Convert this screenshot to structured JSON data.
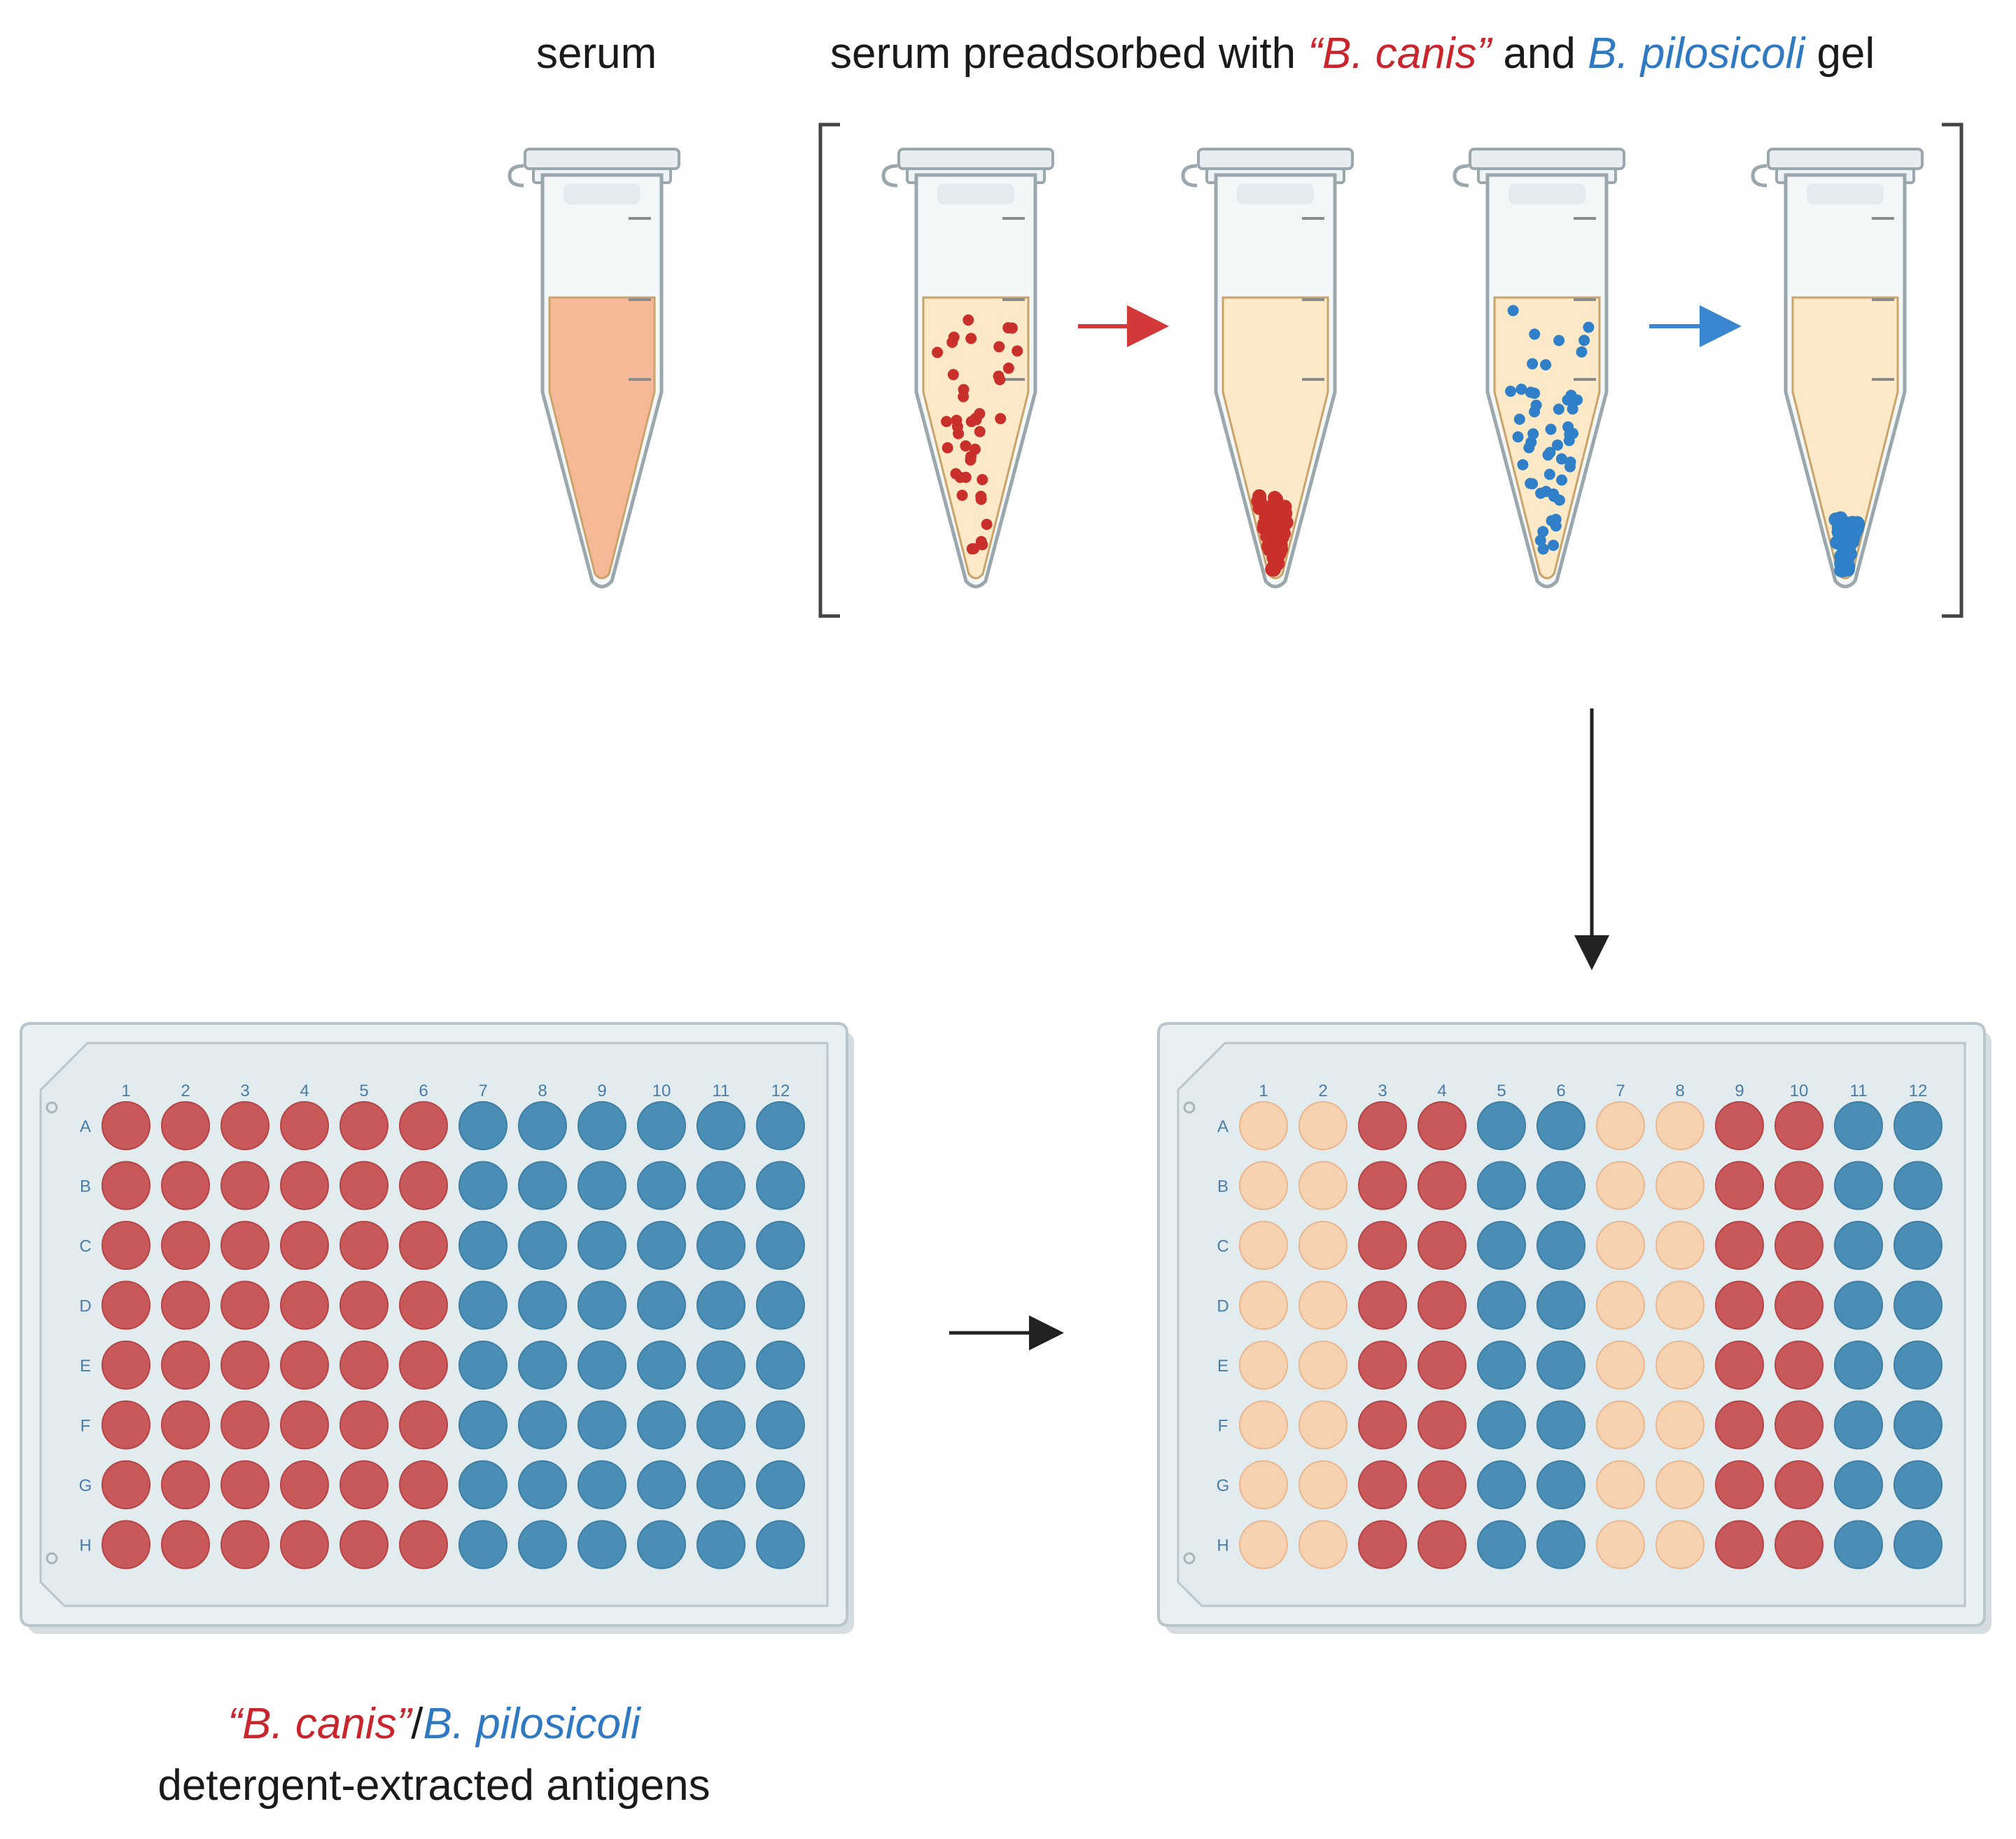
{
  "labels": {
    "serum": "serum",
    "preadsorbed_prefix": "serum preadsorbed with ",
    "b_canis": "“B. canis”",
    "and": " and ",
    "b_pilosicoli": "B. pilosicoli",
    "gel": " gel",
    "bottom_b_canis": "“B. canis”",
    "slash": "/",
    "bottom_b_pilosicoli": "B. pilosicoli",
    "bottom_line2": "detergent-extracted antigens"
  },
  "plate": {
    "columns": [
      "1",
      "2",
      "3",
      "4",
      "5",
      "6",
      "7",
      "8",
      "9",
      "10",
      "11",
      "12"
    ],
    "rows": [
      "A",
      "B",
      "C",
      "D",
      "E",
      "F",
      "G",
      "H"
    ],
    "left_well_colors_by_column": [
      "red",
      "red",
      "red",
      "red",
      "red",
      "red",
      "blue",
      "blue",
      "blue",
      "blue",
      "blue",
      "blue"
    ],
    "right_well_colors_by_column": [
      "peach",
      "peach",
      "red",
      "red",
      "blue",
      "blue",
      "peach",
      "peach",
      "red",
      "red",
      "blue",
      "blue"
    ]
  },
  "colors": {
    "red": "#c8585a",
    "blue": "#4a8db5",
    "peach": "#f7d2b0",
    "serum": "#f6b998",
    "gel_liquid": "#fbe9c8",
    "dot_red": "#c9302c",
    "dot_blue": "#2f7fc9",
    "arrow_red": "#d4393a",
    "arrow_blue": "#3a86d0"
  }
}
